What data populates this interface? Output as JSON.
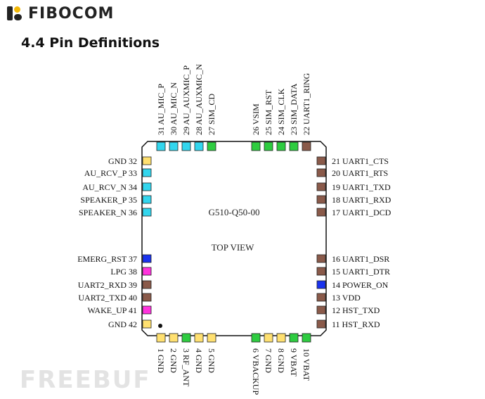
{
  "brand": {
    "name": "FIBOCOM",
    "mark_colors": [
      "#222222",
      "#f2b705"
    ]
  },
  "heading": "4.4 Pin Definitions",
  "chip": {
    "part": "G510-Q50-00",
    "view": "TOP VIEW"
  },
  "watermark": "FREEBUF",
  "pin_colors": {
    "yellow": "#ffe070",
    "cyan": "#33d6ee",
    "green": "#2ecc40",
    "brown": "#8a5a4a",
    "blue": "#1a33ee",
    "magenta": "#ff33dd"
  },
  "pins": {
    "top": [
      {
        "num": "31",
        "name": "AU_MIC_P",
        "color": "cyan"
      },
      {
        "num": "30",
        "name": "AU_MIC_N",
        "color": "cyan"
      },
      {
        "num": "29",
        "name": "AU_AUXMIC_P",
        "color": "cyan"
      },
      {
        "num": "28",
        "name": "AU_AUXMIC_N",
        "color": "cyan"
      },
      {
        "num": "27",
        "name": "SIM_CD",
        "color": "green"
      },
      {
        "num": "26",
        "name": "VSIM",
        "color": "green"
      },
      {
        "num": "25",
        "name": "SIM_RST",
        "color": "green"
      },
      {
        "num": "24",
        "name": "SIM_CLK",
        "color": "green"
      },
      {
        "num": "23",
        "name": "SIM_DATA",
        "color": "green"
      },
      {
        "num": "22",
        "name": "UART1_RING",
        "color": "brown"
      }
    ],
    "left": [
      {
        "num": "32",
        "name": "GND",
        "color": "yellow"
      },
      {
        "num": "33",
        "name": "AU_RCV_P",
        "color": "cyan"
      },
      {
        "num": "34",
        "name": "AU_RCV_N",
        "color": "cyan"
      },
      {
        "num": "35",
        "name": "SPEAKER_P",
        "color": "cyan"
      },
      {
        "num": "36",
        "name": "SPEAKER_N",
        "color": "cyan"
      },
      {
        "num": "37",
        "name": "EMERG_RST",
        "color": "blue"
      },
      {
        "num": "38",
        "name": "LPG",
        "color": "magenta"
      },
      {
        "num": "39",
        "name": "UART2_RXD",
        "color": "brown"
      },
      {
        "num": "40",
        "name": "UART2_TXD",
        "color": "brown"
      },
      {
        "num": "41",
        "name": "WAKE_UP",
        "color": "magenta"
      },
      {
        "num": "42",
        "name": "GND",
        "color": "yellow"
      }
    ],
    "right": [
      {
        "num": "21",
        "name": "UART1_CTS",
        "color": "brown"
      },
      {
        "num": "20",
        "name": "UART1_RTS",
        "color": "brown"
      },
      {
        "num": "19",
        "name": "UART1_TXD",
        "color": "brown"
      },
      {
        "num": "18",
        "name": "UART1_RXD",
        "color": "brown"
      },
      {
        "num": "17",
        "name": "UART1_DCD",
        "color": "brown"
      },
      {
        "num": "16",
        "name": "UART1_DSR",
        "color": "brown"
      },
      {
        "num": "15",
        "name": "UART1_DTR",
        "color": "brown"
      },
      {
        "num": "14",
        "name": "POWER_ON",
        "color": "blue"
      },
      {
        "num": "13",
        "name": "VDD",
        "color": "brown"
      },
      {
        "num": "12",
        "name": "HST_TXD",
        "color": "brown"
      },
      {
        "num": "11",
        "name": "HST_RXD",
        "color": "brown"
      }
    ],
    "bottom": [
      {
        "num": "1",
        "name": "GND",
        "color": "yellow"
      },
      {
        "num": "2",
        "name": "GND",
        "color": "yellow"
      },
      {
        "num": "3",
        "name": "RF_ANT",
        "color": "green"
      },
      {
        "num": "4",
        "name": "GND",
        "color": "yellow"
      },
      {
        "num": "5",
        "name": "GND",
        "color": "yellow"
      },
      {
        "num": "6",
        "name": "VBACKUP",
        "color": "green"
      },
      {
        "num": "7",
        "name": "GND",
        "color": "yellow"
      },
      {
        "num": "8",
        "name": "GND",
        "color": "yellow"
      },
      {
        "num": "9",
        "name": "VBAT",
        "color": "green"
      },
      {
        "num": "10",
        "name": "VBAT",
        "color": "green"
      }
    ]
  }
}
